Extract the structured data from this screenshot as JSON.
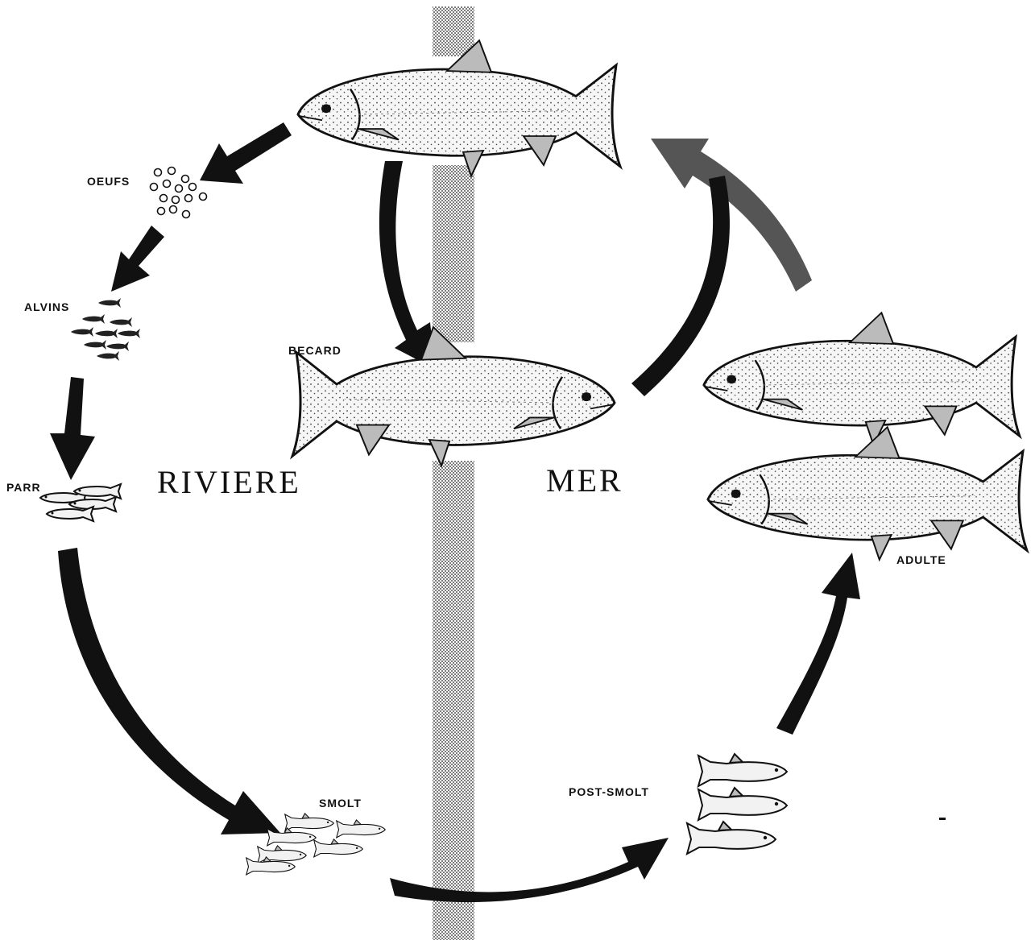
{
  "regions": {
    "river": "RIVIERE",
    "sea": "MER"
  },
  "stages": {
    "eggs": "OEUFS",
    "alevins": "ALVINS",
    "kelt": "BECARD",
    "parr": "PARR",
    "smolt": "SMOLT",
    "post_smolt": "POST-SMOLT",
    "adult": "ADULTE"
  },
  "colors": {
    "ink": "#111111",
    "barrier": "#9a9a9a",
    "background": "#ffffff"
  },
  "icons": {
    "fish": "salmon-fish-icon",
    "egg": "egg-icon",
    "arrow": "cycle-arrow-icon"
  }
}
